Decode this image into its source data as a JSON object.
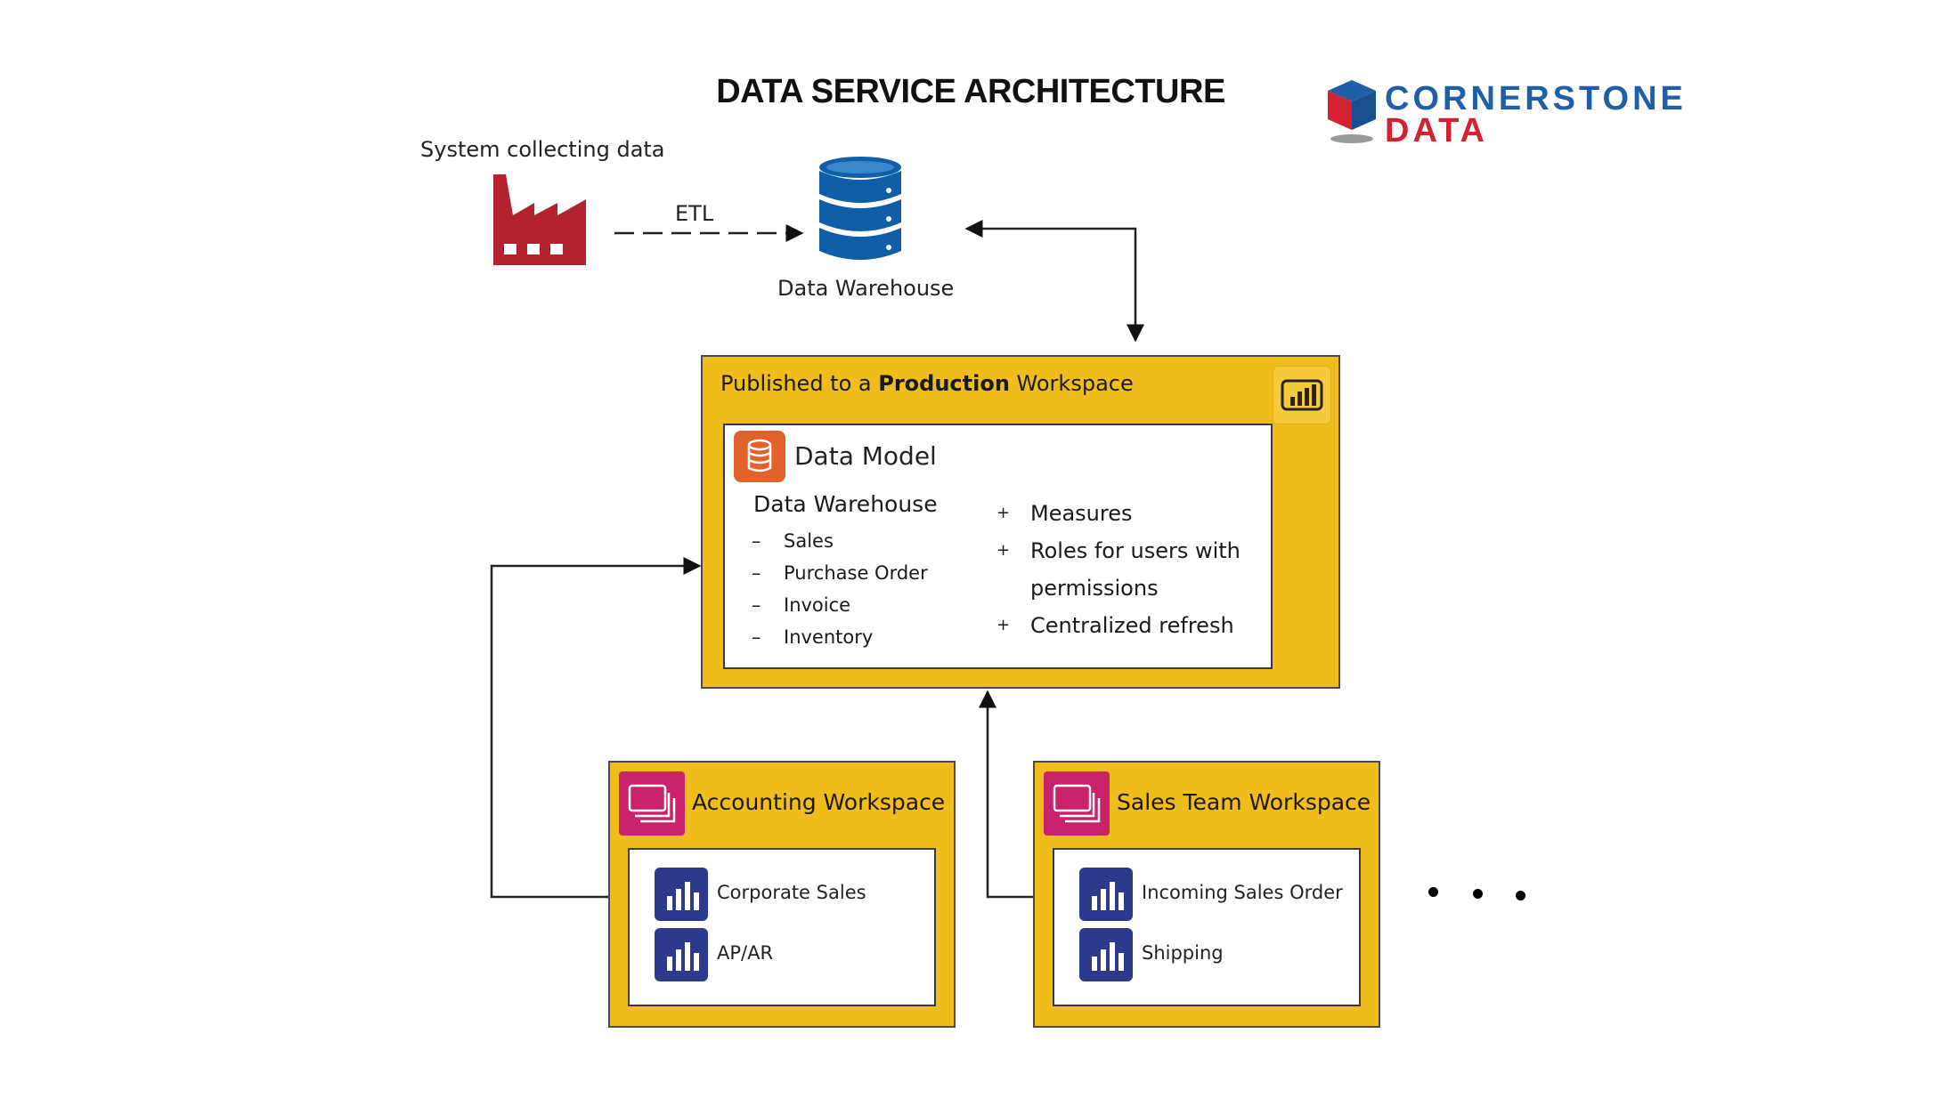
{
  "title": "DATA SERVICE ARCHITECTURE",
  "logo": {
    "line1": "CORNERSTONE",
    "line2": "DATA",
    "colors": {
      "blue": "#1f5fa8",
      "red": "#d32131"
    }
  },
  "source": {
    "label": "System collecting data",
    "icon": "factory-icon",
    "color": "#b3222f"
  },
  "etl_label": "ETL",
  "warehouse": {
    "label": "Data Warehouse",
    "icon": "database-icon",
    "color": "#0e5fa8"
  },
  "production": {
    "prefix": "Published to a ",
    "emphasis": "Production",
    "suffix": " Workspace",
    "badge_icon": "power-bi-icon",
    "model": {
      "title": "Data Model",
      "icon": "database-icon",
      "subtitle": "Data Warehouse",
      "tables_marker": "–",
      "tables": [
        "Sales",
        "Purchase Order",
        "Invoice",
        "Inventory"
      ],
      "features_marker": "+",
      "features": [
        "Measures",
        "Roles for users with permissions",
        "Centralized refresh"
      ]
    }
  },
  "workspaces": [
    {
      "title": "Accounting Workspace",
      "icon": "workspace-icon",
      "reports": [
        "Corporate Sales",
        "AP/AR"
      ]
    },
    {
      "title": "Sales Team Workspace",
      "icon": "workspace-icon",
      "reports": [
        "Incoming Sales Order",
        "Shipping"
      ]
    }
  ],
  "colors": {
    "workspace_fill": "#f1bd1c",
    "workspace_badge": "#c9236b",
    "report_icon": "#2b3a8c",
    "model_badge": "#e2622c"
  }
}
